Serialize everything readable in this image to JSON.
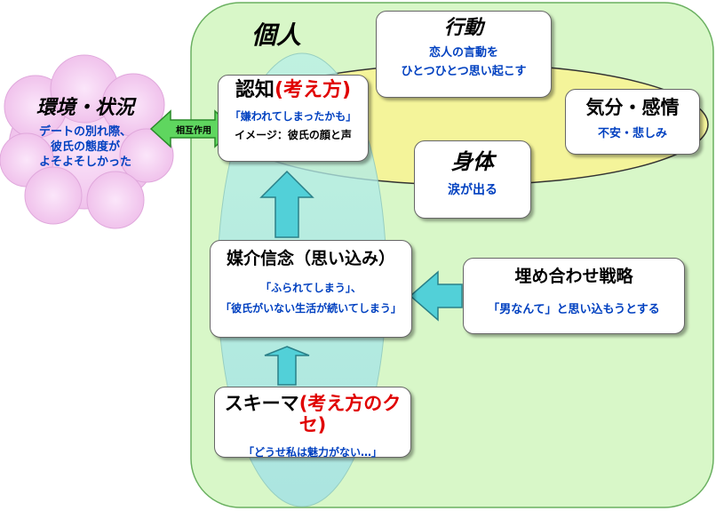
{
  "individual_label": "個人",
  "environment": {
    "title": "環境・状況",
    "lines": [
      "デートの別れ際、",
      "彼氏の態度が",
      "よそよそしかった"
    ]
  },
  "interaction_label": "相互作用",
  "cognition": {
    "title": "認知",
    "title_paren": "(考え方)",
    "line1": "「嫌われてしまったかも」",
    "line2": "イメージ：彼氏の顔と声"
  },
  "behavior": {
    "title": "行動",
    "line1": "恋人の言動を",
    "line2": "ひとつひとつ思い起こす"
  },
  "mood": {
    "title": "気分・感情",
    "line1": "不安・悲しみ"
  },
  "body": {
    "title": "身体",
    "line1": "涙が出る"
  },
  "belief": {
    "title": "媒介信念（思い込み）",
    "line1": "「ふられてしまう」、",
    "line2": "「彼氏がいない生活が続いてしまう」"
  },
  "coping": {
    "title": "埋め合わせ戦略",
    "line1": "「男なんて」と思い込もうとする"
  },
  "schema": {
    "title": "スキーマ",
    "title_paren": "(考え方のクセ)",
    "line1": "「どうせ私は魅力がない…」"
  },
  "colors": {
    "individual_fill": "#d8f7c8",
    "ellipse_fill": "#f4f49a",
    "cloud_fill": "#f4c8f0",
    "arrow_fill": "#52d0d8",
    "interaction_fill": "#5fd65f",
    "accent_red": "#e00000",
    "text_blue": "#0040c0"
  }
}
